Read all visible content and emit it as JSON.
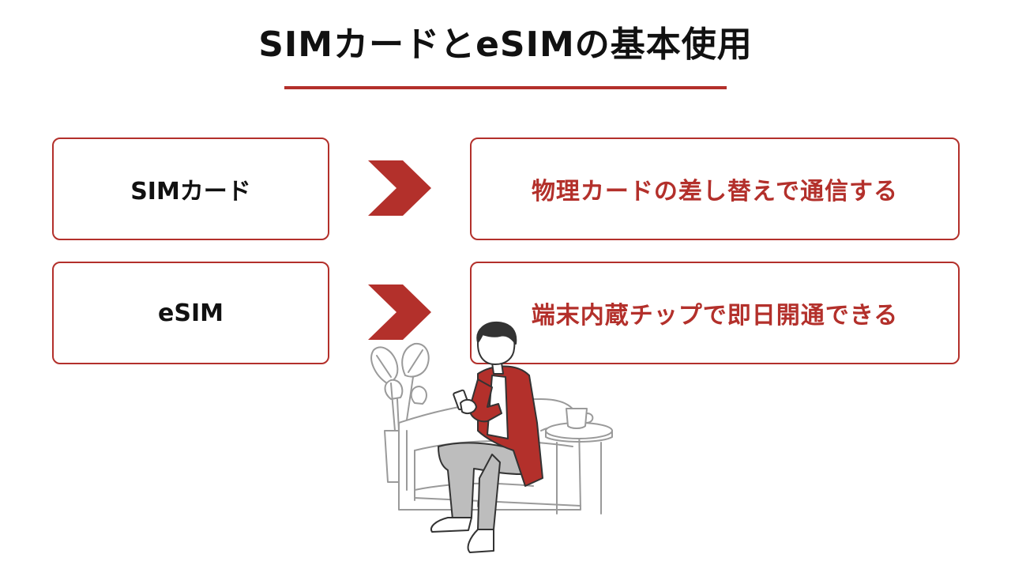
{
  "slide": {
    "title": "SIMカードとeSIMの基本使用"
  },
  "rows": [
    {
      "label": "SIMカード",
      "description": "物理カードの差し替えで通信する"
    },
    {
      "label": "eSIM",
      "description": "端末内蔵チップで即日開通できる"
    }
  ],
  "colors": {
    "accent": "#b3302b",
    "text": "#111111",
    "line_gray": "#9a9a9a"
  },
  "icons": {
    "arrow": "chevron-right-icon",
    "illustration": "person-on-sofa-with-phone"
  }
}
